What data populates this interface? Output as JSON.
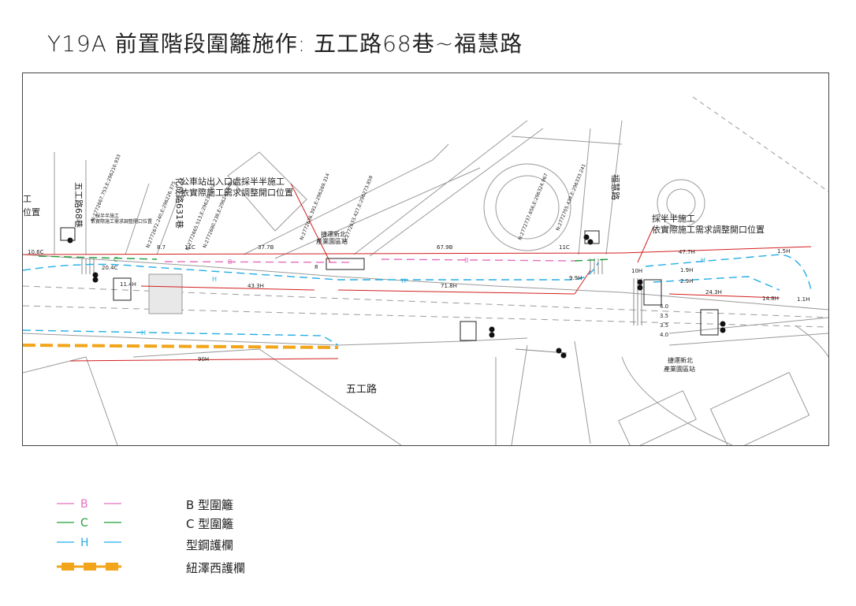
{
  "title": "Y19A 前置階段圍籬施作: 五工路68巷~福慧路",
  "map": {
    "road_labels": {
      "left_lane": "五工路68巷",
      "chenggong": "化成路631巷",
      "fuhui": "福慧路",
      "main_road": "五工路",
      "left_edge_a": "工",
      "left_edge_b": "位置"
    },
    "notes": {
      "bus_stop_1": "公車站出入口處採半半施工",
      "bus_stop_2": "依實際施工需求調整開口位置",
      "half_1": "採半半施工",
      "half_2": "依實際施工需求調整開口位置",
      "small_left_1": "採半半施工",
      "small_left_2": "依實際施工需求調整開口位置"
    },
    "stations": {
      "left_1": "捷運新北",
      "left_2": "產業園區站",
      "right_1": "捷運新北",
      "right_2": "產業園區站"
    },
    "coords": [
      "N:2772667.753,E:296210.933",
      "N:2772672.240,E:296226.375",
      "N:2772665.513,E:296233.702",
      "N:2772680.238,E:296245.945",
      "N:2772636.391,E:296269.314",
      "N:2772633.427,E:296273.859",
      "N:2772737.656,E:296324.967",
      "N:2772705.438,E:296333.241"
    ],
    "dims": {
      "d1": "10.6C",
      "d2": "20.4C",
      "d3": "8.7",
      "d4": "11C",
      "d5": "37.7B",
      "d6": "11.4H",
      "d7": "43.3H",
      "d8": "8",
      "d9": "67.9B",
      "d10": "11C",
      "d11": "71.8H",
      "d12": "9.9H",
      "d13": "47.7H",
      "d14": "1.5H",
      "d15": "10H",
      "d16": "1.9H",
      "d17": "2.9H",
      "d18": "24.3H",
      "d19": "14.8H",
      "d20": "1.1H",
      "d21": "90H",
      "d22": "4.0",
      "d23": "3.5",
      "d24": "3.5",
      "d25": "4.0"
    },
    "line_letters": {
      "b": "B",
      "c": "C",
      "h": "H"
    }
  },
  "legend": [
    {
      "symbol_letter": "B",
      "label": "B 型圍籬",
      "color": "#e36fbf"
    },
    {
      "symbol_letter": "C",
      "label": "C 型圍籬",
      "color": "#1f9e3a"
    },
    {
      "symbol_letter": "H",
      "label": "型鋼護欄",
      "color": "#23aee6"
    },
    {
      "symbol_letter": "",
      "label": "紐澤西護欄",
      "color": "#f2a51a"
    }
  ]
}
